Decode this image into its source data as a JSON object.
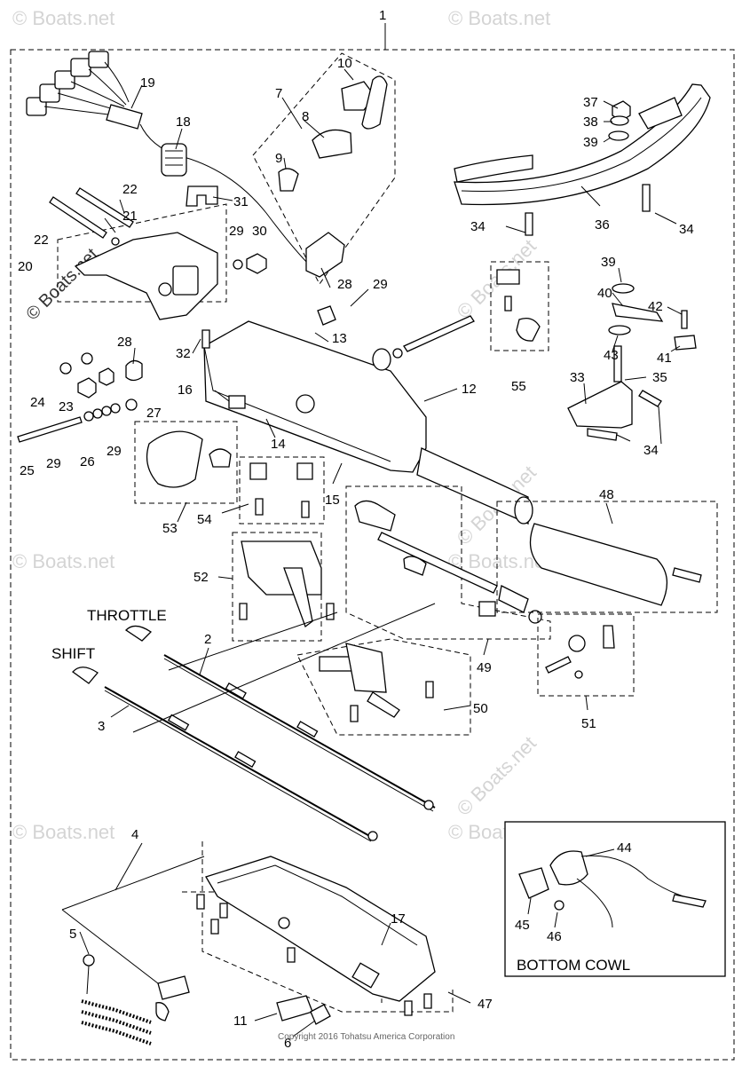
{
  "watermark": "© Boats.net",
  "copyright": "Copyright 2016 Tohatsu America Corporation",
  "captions": {
    "throttle": "THROTTLE",
    "shift": "SHIFT",
    "bottom_cowl": "BOTTOM COWL"
  },
  "callouts": {
    "c1": "1",
    "c2": "2",
    "c3": "3",
    "c4": "4",
    "c5": "5",
    "c6": "6",
    "c7": "7",
    "c8": "8",
    "c9": "9",
    "c10": "10",
    "c11": "11",
    "c12": "12",
    "c13": "13",
    "c14": "14",
    "c15": "15",
    "c16": "16",
    "c17": "17",
    "c18": "18",
    "c19": "19",
    "c20": "20",
    "c21": "21",
    "c22a": "22",
    "c22b": "22",
    "c23": "23",
    "c24": "24",
    "c25": "25",
    "c26": "26",
    "c27": "27",
    "c28a": "28",
    "c28b": "28",
    "c29a": "29",
    "c29b": "29",
    "c29c": "29",
    "c29d": "29",
    "c30": "30",
    "c31": "31",
    "c32": "32",
    "c33": "33",
    "c34a": "34",
    "c34b": "34",
    "c34c": "34",
    "c35": "35",
    "c36": "36",
    "c37": "37",
    "c38": "38",
    "c39a": "39",
    "c39b": "39",
    "c40": "40",
    "c41": "41",
    "c42": "42",
    "c43": "43",
    "c44": "44",
    "c45": "45",
    "c46": "46",
    "c47": "47",
    "c48": "48",
    "c49": "49",
    "c50": "50",
    "c51": "51",
    "c52": "52",
    "c53": "53",
    "c54": "54",
    "c55": "55"
  }
}
